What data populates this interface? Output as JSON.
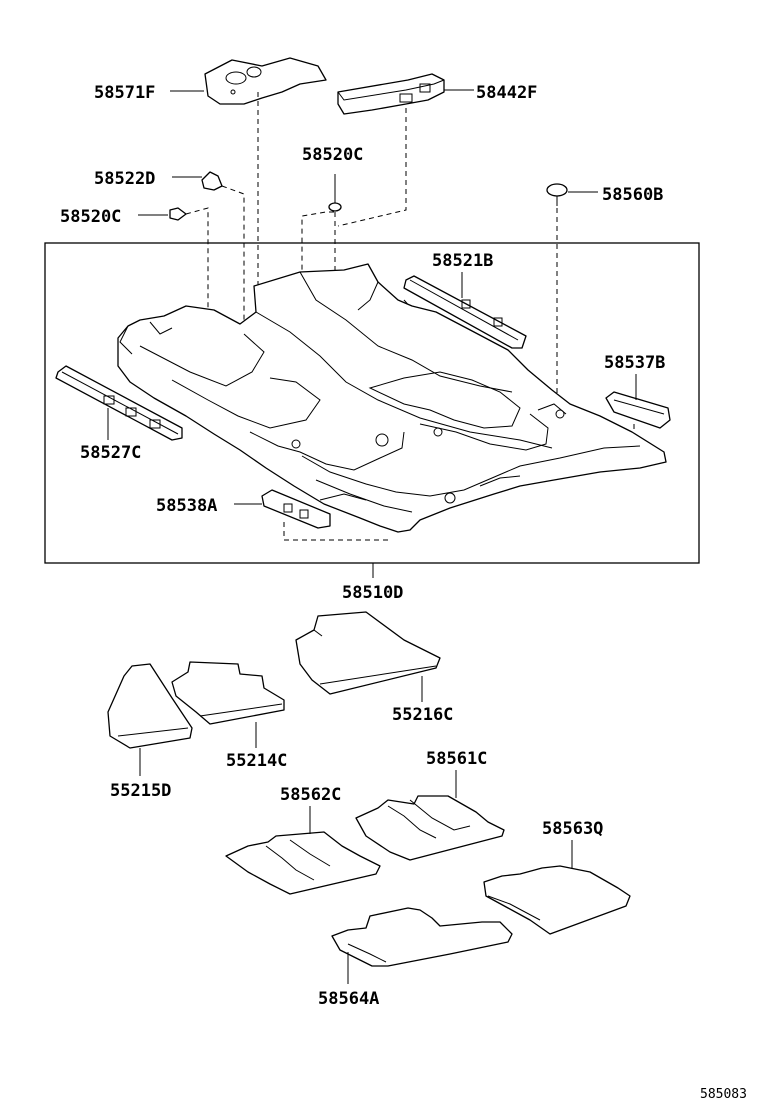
{
  "labels": {
    "p58571F": "58571F",
    "p58442F": "58442F",
    "p58520C_top": "58520C",
    "p58522D": "58522D",
    "p58520C_left": "58520C",
    "p58560B": "58560B",
    "p58521B": "58521B",
    "p58537B": "58537B",
    "p58527C": "58527C",
    "p58538A": "58538A",
    "p58510D": "58510D",
    "p55216C": "55216C",
    "p55215D": "55215D",
    "p55214C": "55214C",
    "p58561C": "58561C",
    "p58562C": "58562C",
    "p58563Q": "58563Q",
    "p58564A": "58564A"
  },
  "figure_number": "585083"
}
